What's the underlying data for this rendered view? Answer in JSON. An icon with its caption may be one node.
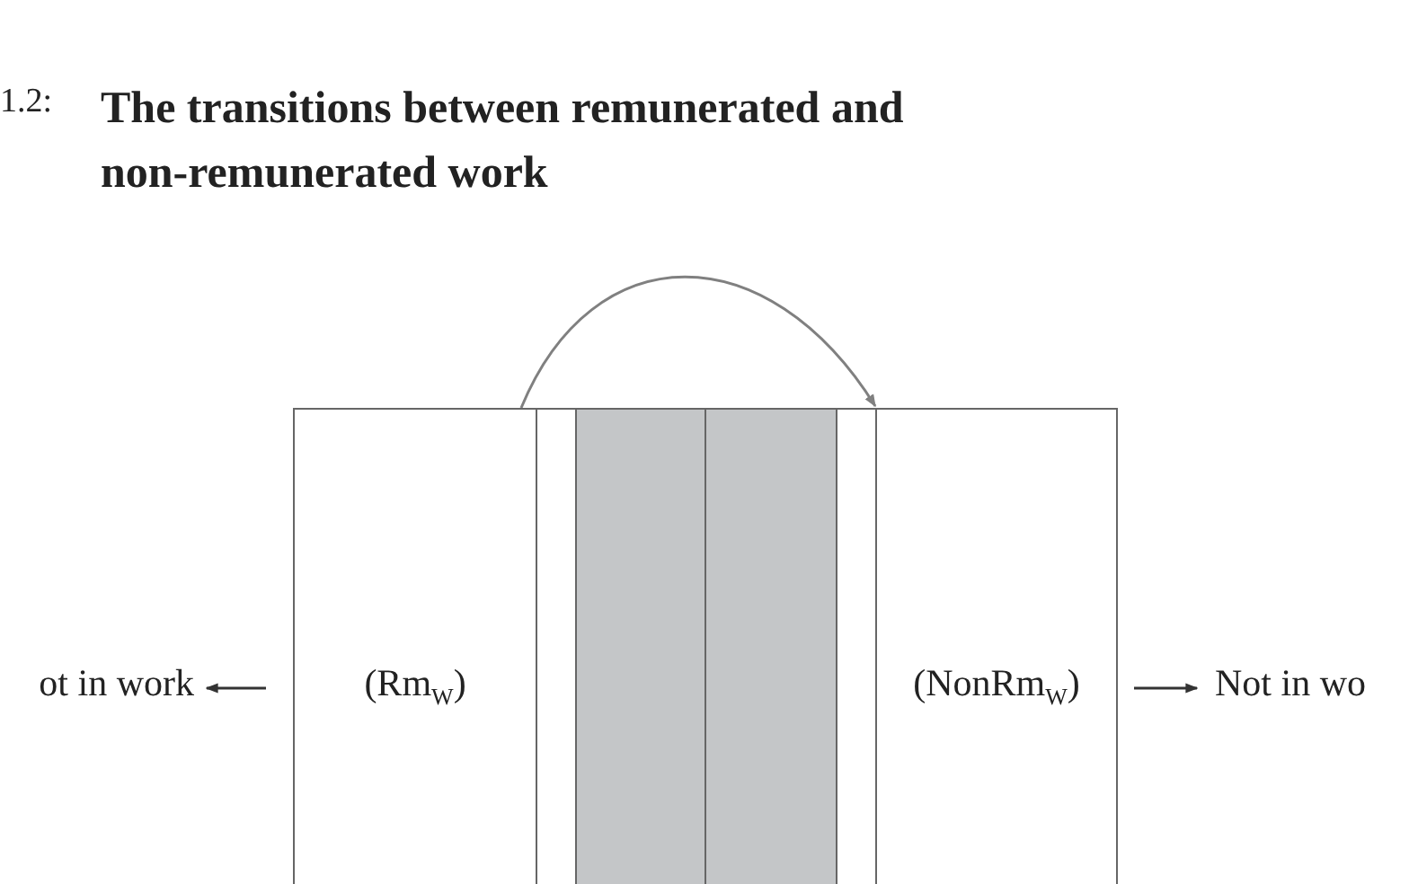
{
  "diagram": {
    "title": "The transitions between remunerated and non-remunerated work",
    "nodes": [
      {
        "text": [
          "(Rm$_{W}$)"
        ]
      },
      {
        "text": [],
        "shape": "box"
      },
      {
        "text": [],
        "shape": "box"
      },
      {
        "text": [],
        "shape": "box"
      },
      {
        "text": [],
        "shape": "box"
      },
      {
        "text": [
          "(NonRm$_{W}$)"
        ]
      },
      {
        "text": [
          "ot in work"
        ]
      },
      {
        "text": [
          "Not in wo"
        ]
      }
    ],
    "edges": [
      {
        "from": 0,
        "to": 5,
        "arrow": "to",
        "color": "#808080"
      },
      {
        "from": 0,
        "to": 6,
        "arrow": "to"
      },
      {
        "from": 5,
        "to": 7,
        "arrow": "to"
      }
    ],
    "labels": [
      "1.2:"
    ]
  }
}
